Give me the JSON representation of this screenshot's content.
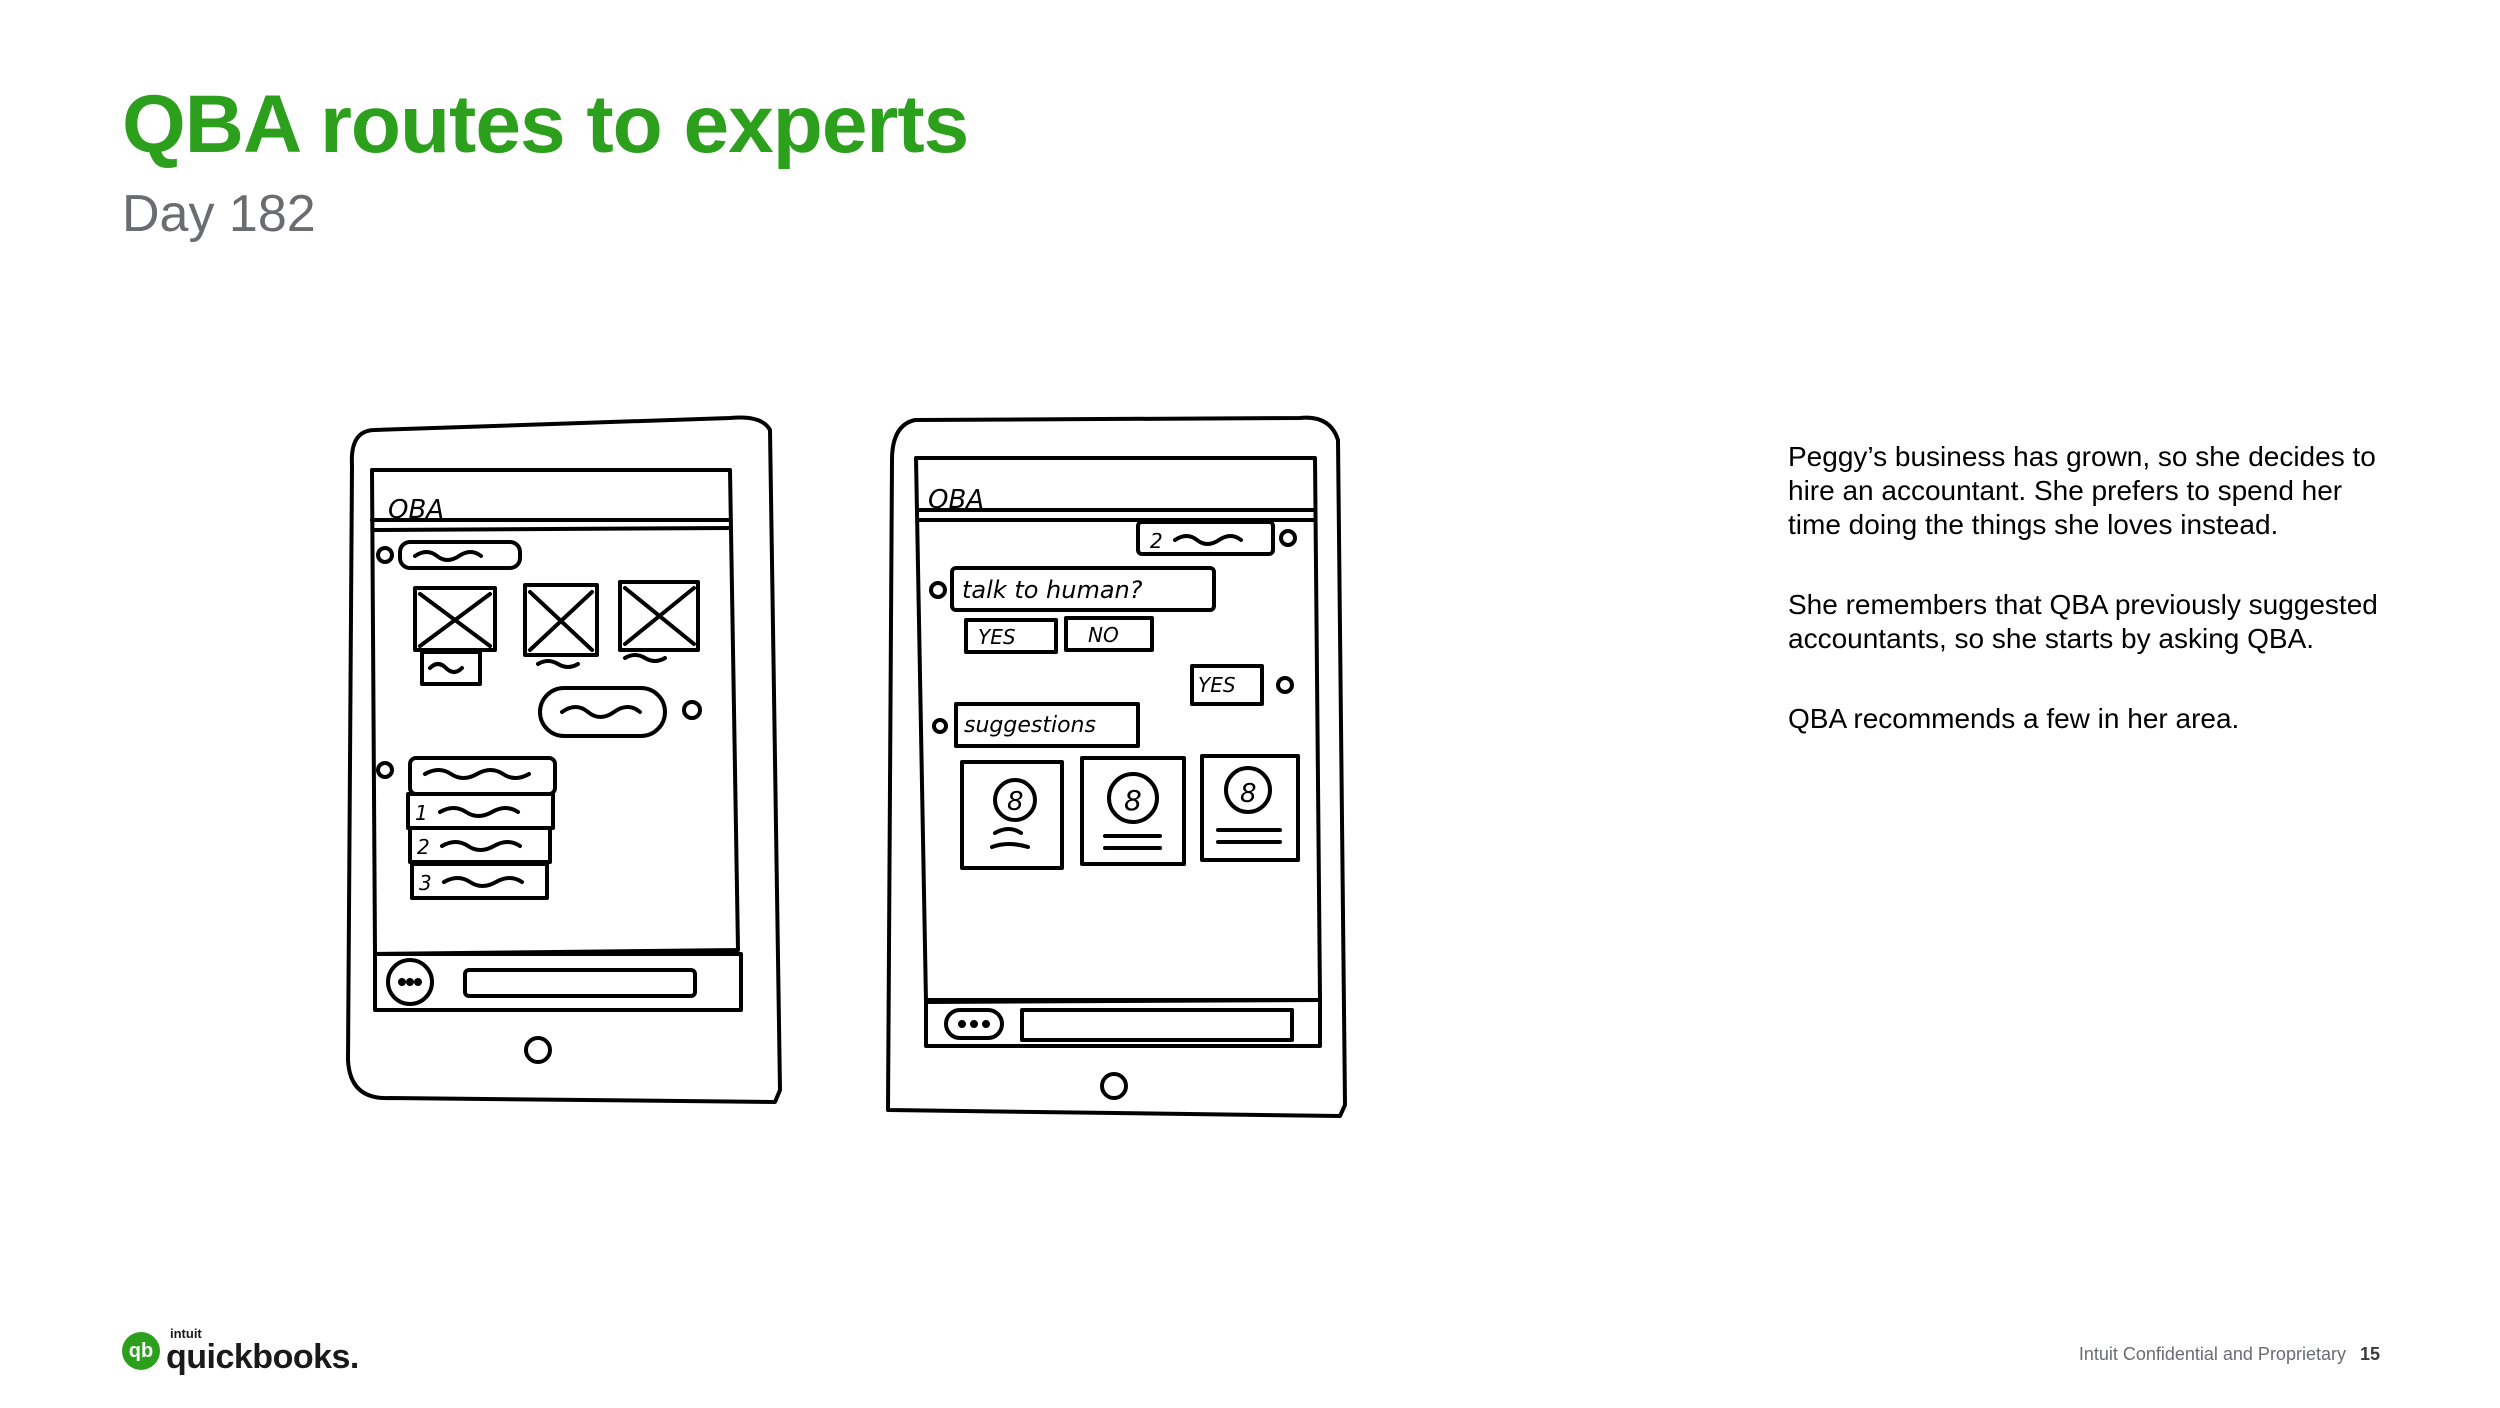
{
  "slide": {
    "title": "QBA routes to experts",
    "subtitle": "Day 182"
  },
  "narrative": {
    "paragraphs": [
      "Peggy’s business has grown, so she decides to hire an accountant. She prefers to spend her time doing the things she loves instead.",
      "She remembers that QBA previously suggested accountants, so she starts by asking QBA.",
      "QBA recommends a few in her area."
    ]
  },
  "sketch": {
    "phone_left": {
      "header": "QBA",
      "list_numbers": [
        "1",
        "2",
        "3"
      ]
    },
    "phone_right": {
      "header": "QBA",
      "user_bubble_number": "2",
      "question": "talk to human?",
      "options": [
        "YES",
        "NO"
      ],
      "user_reply": "YES",
      "suggestions_label": "suggestions",
      "card_glyph": "8"
    }
  },
  "footer": {
    "logo_small": "intuit",
    "logo_badge": "qb",
    "logo_brand": "quickbooks.",
    "confidential": "Intuit Confidential and Proprietary",
    "page_number": "15"
  },
  "colors": {
    "brand_green": "#2ca01c",
    "subtitle_gray": "#6b6c72"
  }
}
